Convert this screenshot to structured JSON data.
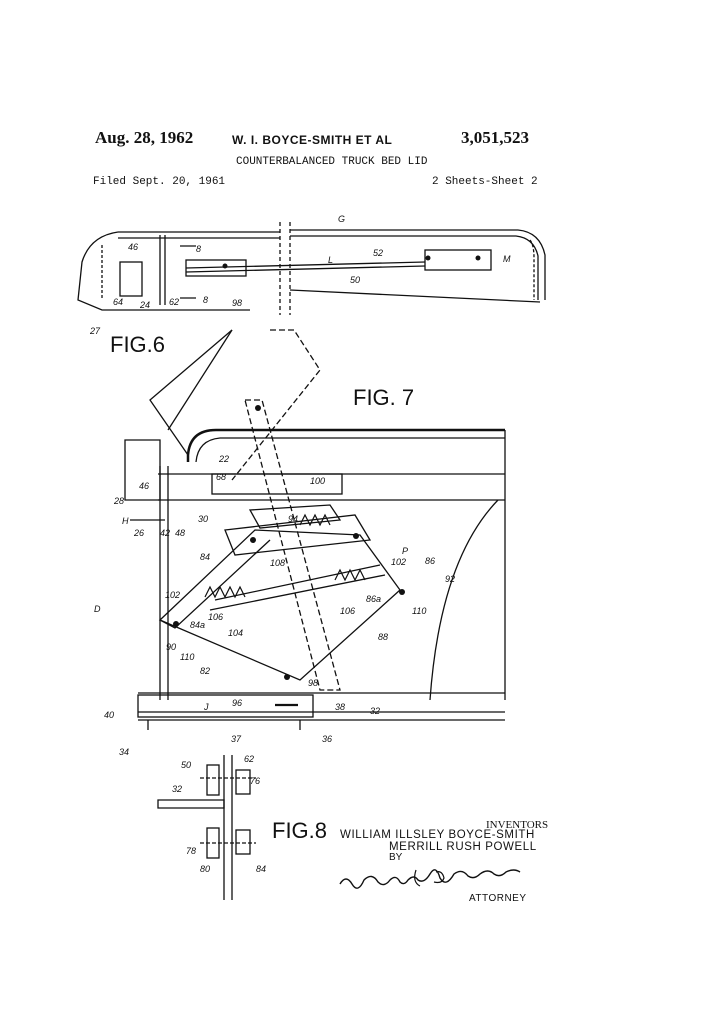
{
  "header": {
    "date": "Aug. 28, 1962",
    "inventors_short": "W. I. BOYCE-SMITH ET AL",
    "patent_number": "3,051,523",
    "title": "COUNTERBALANCED TRUCK BED LID",
    "filed": "Filed Sept. 20, 1961",
    "sheets": "2 Sheets-Sheet 2"
  },
  "figures": {
    "fig6": "FIG.6",
    "fig7": "FIG. 7",
    "fig8": "FIG.8"
  },
  "fig6_labels": [
    "G",
    "8",
    "8",
    "52",
    "L",
    "M",
    "50",
    "46",
    "64",
    "24",
    "62",
    "98",
    "27"
  ],
  "fig7_labels": [
    "22",
    "68",
    "100",
    "46",
    "28",
    "H",
    "26",
    "30",
    "42",
    "48",
    "94",
    "84",
    "108",
    "P",
    "102",
    "86",
    "92",
    "102",
    "106",
    "86a",
    "110",
    "D",
    "106",
    "104",
    "84a",
    "88",
    "90",
    "110",
    "82",
    "98",
    "96",
    "38",
    "32",
    "40",
    "J",
    "37",
    "36",
    "34"
  ],
  "fig8_labels": [
    "50",
    "62",
    "76",
    "32",
    "78",
    "80",
    "84"
  ],
  "inventors": {
    "heading": "INVENTORS",
    "name1": "WILLIAM ILLSLEY BOYCE-SMITH",
    "name2": "MERRILL RUSH POWELL",
    "by": "BY",
    "signature": "William C. Babcock",
    "attorney": "ATTORNEY"
  }
}
